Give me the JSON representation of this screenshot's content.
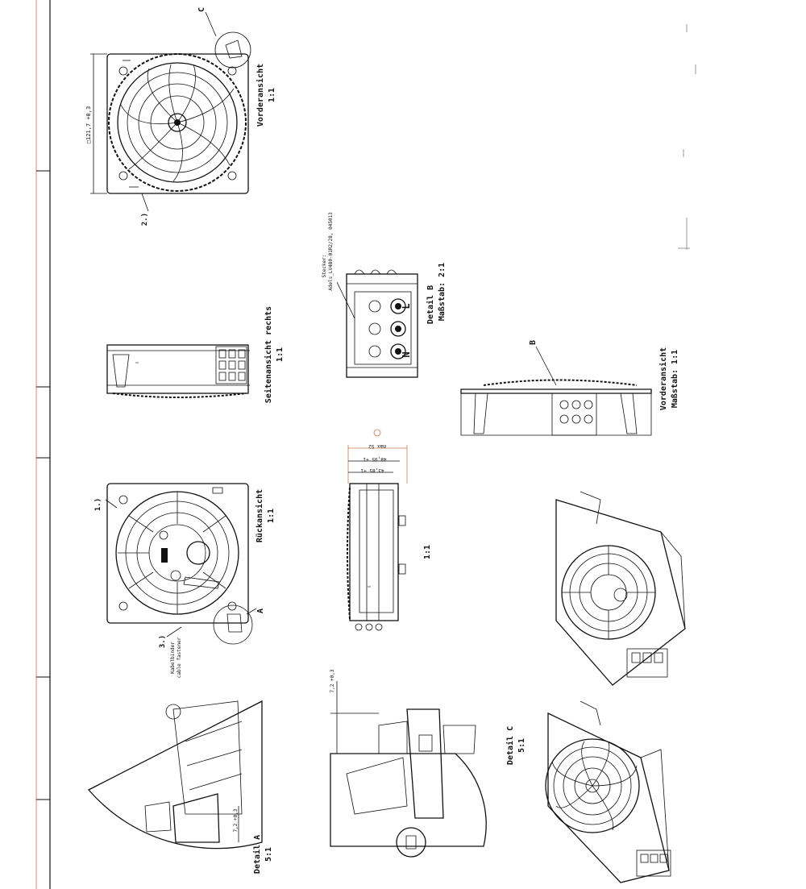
{
  "views": {
    "front_view": {
      "title": "Vorderansicht",
      "scale": "1:1",
      "dimension": "□121,7 +0,3",
      "callout_1": "2.)",
      "callout_2": "C"
    },
    "side_view": {
      "title": "Seitenansicht rechts",
      "scale": "1:1"
    },
    "back_view": {
      "title": "Rückansicht",
      "scale": "1:1",
      "callout_1": "1.)",
      "callout_2": "3.)",
      "callout_3": "A",
      "note_1": "Kabelbinder",
      "note_2": "cable fastener"
    },
    "detail_b": {
      "title": "Detail B",
      "scale": "Maßstab: 2:1",
      "connector_1": "Stecker:",
      "connector_2": "Adels_LV480-01R2/28, 045013",
      "pin_l": "L",
      "pin_n": "N"
    },
    "section_view": {
      "scale": "1:1",
      "dim_1": "max 52",
      "dim_2": "48,95 +1",
      "dim_3": "43,85 +1"
    },
    "front_view_2": {
      "title": "Vorderansicht",
      "scale": "Maßstab: 1:1",
      "callout": "B"
    },
    "detail_a": {
      "title": "Detail A",
      "scale": "5:1",
      "dim": "7,2 +0,3"
    },
    "detail_c": {
      "title": "Detail C",
      "scale": "5:1",
      "dim": "7,2 +0,3"
    }
  },
  "colors": {
    "line": "#111111",
    "frame_red": "#e08080",
    "dim_orange": "#c87850"
  }
}
